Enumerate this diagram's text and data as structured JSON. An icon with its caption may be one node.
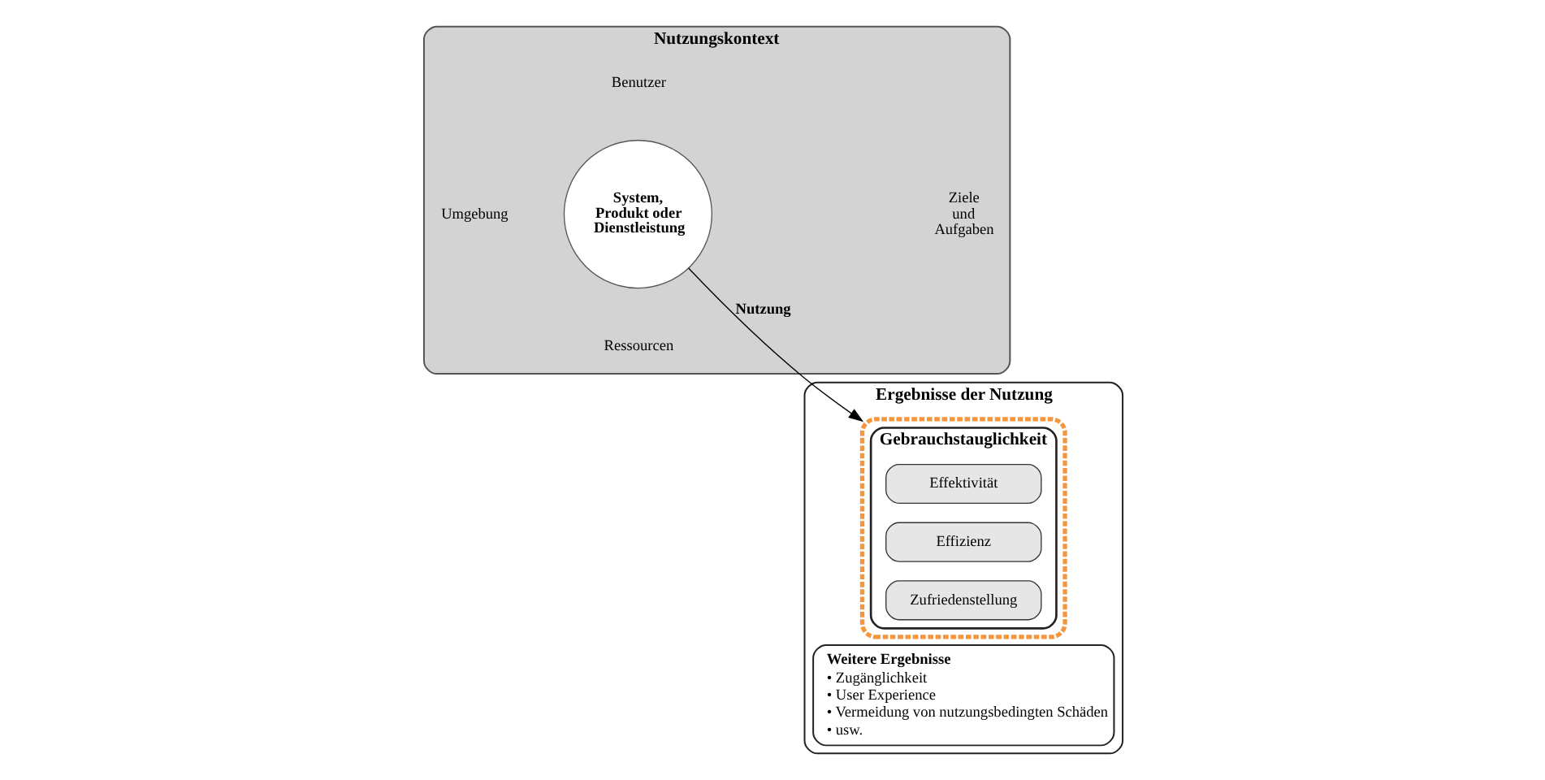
{
  "diagram": {
    "nodes": [
      {
        "text": [
          "Nutzungskontext",
          "Benutzer",
          "Umgebung",
          "Ziele und Aufgaben",
          "Ressourcen"
        ]
      },
      {
        "text": [
          "System, Produkt oder Dienstleistung"
        ],
        "in": 0
      },
      {
        "text": [
          "Ergebnisse der Nutzung"
        ]
      },
      {
        "text": [],
        "shape": "box",
        "in": 2
      },
      {
        "text": [
          "Gebrauchstauglichkeit"
        ],
        "in": 3
      },
      {
        "text": [
          "Effektivität"
        ],
        "in": 4
      },
      {
        "text": [
          "Effizienz"
        ],
        "in": 4
      },
      {
        "text": [
          "Zufriedenstellung"
        ],
        "in": 4
      },
      {
        "text": [
          "Weitere Ergebnisse",
          "• Zugänglichkeit",
          "• User Experience",
          "• Vermeidung von nutzungsbedingten Schäden",
          "• usw."
        ],
        "in": 2
      }
    ],
    "edges": [
      {
        "from": 1,
        "to": 3,
        "arrow": "to",
        "label": "Nutzung"
      }
    ]
  }
}
